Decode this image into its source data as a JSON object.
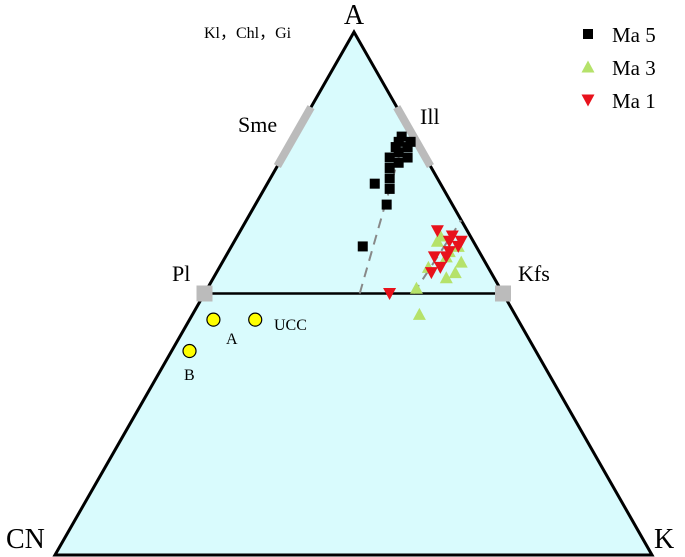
{
  "chart_data": {
    "type": "scatter",
    "subtype": "ternary",
    "vertices": {
      "top": "A",
      "bottom_left": "CN",
      "bottom_right": "K"
    },
    "top_note": "Kl，Chl，Gi",
    "minerals": [
      {
        "id": "sme",
        "label": "Sme",
        "A": 80,
        "CN": 20,
        "K": 0
      },
      {
        "id": "ill",
        "label": "Ill",
        "A": 80,
        "CN": 0,
        "K": 20
      },
      {
        "id": "pl",
        "label": "Pl",
        "A": 50,
        "CN": 50,
        "K": 0
      },
      {
        "id": "kfs",
        "label": "Kfs",
        "A": 50,
        "CN": 0,
        "K": 50
      }
    ],
    "references": [
      {
        "id": "ucc",
        "label": "UCC",
        "A": 45,
        "CN": 44,
        "K": 11
      },
      {
        "id": "a",
        "label": "A",
        "A": 45,
        "CN": 51,
        "K": 4
      },
      {
        "id": "b",
        "label": "B",
        "A": 39,
        "CN": 58,
        "K": 3
      }
    ],
    "trend_lines": [
      {
        "from": {
          "A": 50,
          "CN": 24,
          "K": 26
        },
        "to": {
          "A": 82,
          "CN": 0,
          "K": 18
        }
      },
      {
        "from": {
          "A": 50,
          "CN": 15,
          "K": 35
        },
        "to": {
          "A": 64,
          "CN": 0,
          "K": 36
        }
      }
    ],
    "series": [
      {
        "name": "Ma 5",
        "color": "#000000",
        "marker": "square",
        "points": [
          {
            "A": 59,
            "CN": 19,
            "K": 22
          },
          {
            "A": 67,
            "CN": 11,
            "K": 22
          },
          {
            "A": 70,
            "CN": 9,
            "K": 21
          },
          {
            "A": 71,
            "CN": 11,
            "K": 18
          },
          {
            "A": 72,
            "CN": 8,
            "K": 20
          },
          {
            "A": 74,
            "CN": 7,
            "K": 19
          },
          {
            "A": 75,
            "CN": 5,
            "K": 20
          },
          {
            "A": 76,
            "CN": 6,
            "K": 18
          },
          {
            "A": 76,
            "CN": 3,
            "K": 21
          },
          {
            "A": 77,
            "CN": 4,
            "K": 19
          },
          {
            "A": 78,
            "CN": 4,
            "K": 18
          },
          {
            "A": 78,
            "CN": 2,
            "K": 20
          },
          {
            "A": 79,
            "CN": 3,
            "K": 18
          },
          {
            "A": 80,
            "CN": 2,
            "K": 18
          },
          {
            "A": 79,
            "CN": 1,
            "K": 20
          }
        ]
      },
      {
        "name": "Ma 3",
        "color": "#b5e26a",
        "marker": "triangle-up",
        "points": [
          {
            "A": 46,
            "CN": 16,
            "K": 38
          },
          {
            "A": 51,
            "CN": 14,
            "K": 35
          },
          {
            "A": 53,
            "CN": 8,
            "K": 39
          },
          {
            "A": 54,
            "CN": 6,
            "K": 40
          },
          {
            "A": 55,
            "CN": 10,
            "K": 35
          },
          {
            "A": 56,
            "CN": 4,
            "K": 40
          },
          {
            "A": 57,
            "CN": 6,
            "K": 37
          },
          {
            "A": 58,
            "CN": 5,
            "K": 37
          },
          {
            "A": 60,
            "CN": 6,
            "K": 34
          },
          {
            "A": 61,
            "CN": 5,
            "K": 34
          },
          {
            "A": 59,
            "CN": 3,
            "K": 38
          }
        ]
      },
      {
        "name": "Ma 1",
        "color": "#e8121c",
        "marker": "triangle-down",
        "points": [
          {
            "A": 50,
            "CN": 19,
            "K": 31
          },
          {
            "A": 54,
            "CN": 10,
            "K": 36
          },
          {
            "A": 55,
            "CN": 8,
            "K": 37
          },
          {
            "A": 57,
            "CN": 8,
            "K": 35
          },
          {
            "A": 57,
            "CN": 6,
            "K": 37
          },
          {
            "A": 58,
            "CN": 5,
            "K": 37
          },
          {
            "A": 59,
            "CN": 3,
            "K": 38
          },
          {
            "A": 60,
            "CN": 4,
            "K": 36
          },
          {
            "A": 60,
            "CN": 2,
            "K": 38
          },
          {
            "A": 61,
            "CN": 3,
            "K": 36
          },
          {
            "A": 62,
            "CN": 5,
            "K": 33
          }
        ]
      }
    ],
    "legend": {
      "position": "top-right",
      "entries": [
        "Ma 5",
        "Ma 3",
        "Ma 1"
      ]
    },
    "colors": {
      "fill": "#d9fbfd",
      "axis": "#000000",
      "marker_box": "#bbbbbb",
      "reference": "#ffff00",
      "trend": "#888888"
    }
  }
}
